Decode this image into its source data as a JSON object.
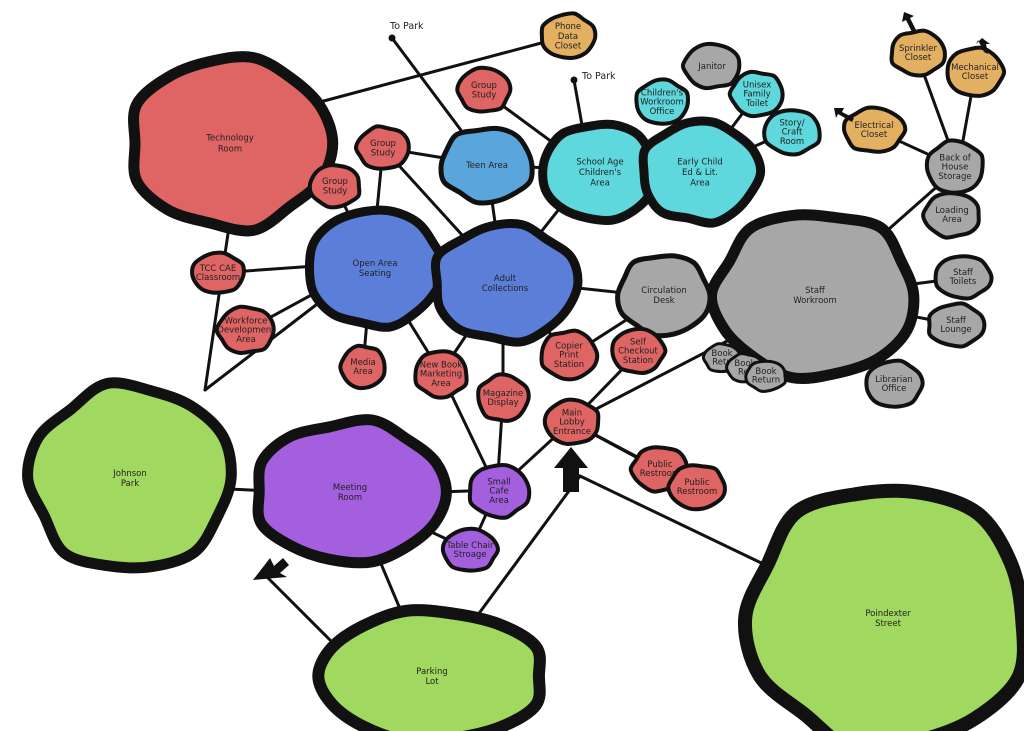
{
  "colors": {
    "red": "#df6464",
    "blue_dark": "#5b7fd9",
    "blue_light": "#5aa5dc",
    "cyan": "#5ed8dd",
    "gray": "#a7a7a7",
    "orange": "#e3b062",
    "green": "#a1d85f",
    "purple": "#a35fdd",
    "outline": "#111111"
  },
  "nodes": {
    "tech_room": {
      "lines": [
        "Technology",
        "Room"
      ],
      "color": "red"
    },
    "phone_closet": {
      "lines": [
        "Phone",
        "Data",
        "Closet"
      ],
      "color": "orange"
    },
    "group_study_top": {
      "lines": [
        "Group",
        "Study"
      ],
      "color": "red"
    },
    "group_study_mid": {
      "lines": [
        "Group",
        "Study"
      ],
      "color": "red"
    },
    "group_study_left": {
      "lines": [
        "Group",
        "Study"
      ],
      "color": "red"
    },
    "teen_area": {
      "lines": [
        "Teen Area"
      ],
      "color": "blue_light"
    },
    "school_age": {
      "lines": [
        "School Age",
        "Children's",
        "Area"
      ],
      "color": "cyan"
    },
    "early_child": {
      "lines": [
        "Early Child",
        "Ed & Lit.",
        "Area"
      ],
      "color": "cyan"
    },
    "childrens_office": {
      "lines": [
        "Children's",
        "Workroom",
        "Office"
      ],
      "color": "cyan"
    },
    "janitor": {
      "lines": [
        "Janitor"
      ],
      "color": "gray"
    },
    "unisex_toilet": {
      "lines": [
        "Unisex",
        "Family",
        "Toilet"
      ],
      "color": "cyan"
    },
    "story_craft": {
      "lines": [
        "Story/",
        "Craft",
        "Room"
      ],
      "color": "cyan"
    },
    "sprinkler": {
      "lines": [
        "Sprinkler",
        "Closet"
      ],
      "color": "orange"
    },
    "mechanical": {
      "lines": [
        "Mechanical",
        "Closet"
      ],
      "color": "orange"
    },
    "electrical": {
      "lines": [
        "Electrical",
        "Closet"
      ],
      "color": "orange"
    },
    "back_storage": {
      "lines": [
        "Back of",
        "House",
        "Storage"
      ],
      "color": "gray"
    },
    "loading": {
      "lines": [
        "Loading",
        "Area"
      ],
      "color": "gray"
    },
    "staff_workroom": {
      "lines": [
        "Staff",
        "Workroom"
      ],
      "color": "gray"
    },
    "staff_toilets": {
      "lines": [
        "Staff",
        "Toilets"
      ],
      "color": "gray"
    },
    "staff_lounge": {
      "lines": [
        "Staff",
        "Lounge"
      ],
      "color": "gray"
    },
    "librarian": {
      "lines": [
        "Librarian",
        "Office"
      ],
      "color": "gray"
    },
    "book_return_1": {
      "lines": [
        "Book",
        "Retu"
      ],
      "color": "gray"
    },
    "book_return_2": {
      "lines": [
        "Book",
        "Ret"
      ],
      "color": "gray"
    },
    "book_return_3": {
      "lines": [
        "Book",
        "Return"
      ],
      "color": "gray"
    },
    "circulation": {
      "lines": [
        "Circulation",
        "Desk"
      ],
      "color": "gray"
    },
    "open_area": {
      "lines": [
        "Open Area",
        "Seating"
      ],
      "color": "blue_dark"
    },
    "adult_collections": {
      "lines": [
        "Adult",
        "Collections"
      ],
      "color": "blue_dark"
    },
    "tcc_classroom": {
      "lines": [
        "TCC CAE",
        "Classroom"
      ],
      "color": "red"
    },
    "workforce": {
      "lines": [
        "Workforce",
        "Development",
        "Area"
      ],
      "color": "red"
    },
    "media": {
      "lines": [
        "Media",
        "Area"
      ],
      "color": "red"
    },
    "new_book": {
      "lines": [
        "New Book",
        "Marketing",
        "Area"
      ],
      "color": "red"
    },
    "copier": {
      "lines": [
        "Copier",
        "Print",
        "Station"
      ],
      "color": "red"
    },
    "self_checkout": {
      "lines": [
        "Self",
        "Checkout",
        "Station"
      ],
      "color": "red"
    },
    "magazine": {
      "lines": [
        "Magazine",
        "Display"
      ],
      "color": "red"
    },
    "main_lobby": {
      "lines": [
        "Main",
        "Lobby",
        "Entrance"
      ],
      "color": "red"
    },
    "public_rest_1": {
      "lines": [
        "Public",
        "Restroom"
      ],
      "color": "red"
    },
    "public_rest_2": {
      "lines": [
        "Public",
        "Restroom"
      ],
      "color": "red"
    },
    "small_cafe": {
      "lines": [
        "Small",
        "Cafe",
        "Area"
      ],
      "color": "purple"
    },
    "meeting_room": {
      "lines": [
        "Meeting",
        "Room"
      ],
      "color": "purple"
    },
    "table_chair": {
      "lines": [
        "Table Chair",
        "Stroage"
      ],
      "color": "purple"
    },
    "johnson_park": {
      "lines": [
        "Johnson",
        "Park"
      ],
      "color": "green"
    },
    "parking_lot": {
      "lines": [
        "Parking",
        "Lot"
      ],
      "color": "green"
    },
    "poindexter": {
      "lines": [
        "Poindexter",
        "Street"
      ],
      "color": "green"
    }
  },
  "annotations": {
    "to_park_1": "To Park",
    "to_park_2": "To Park"
  }
}
